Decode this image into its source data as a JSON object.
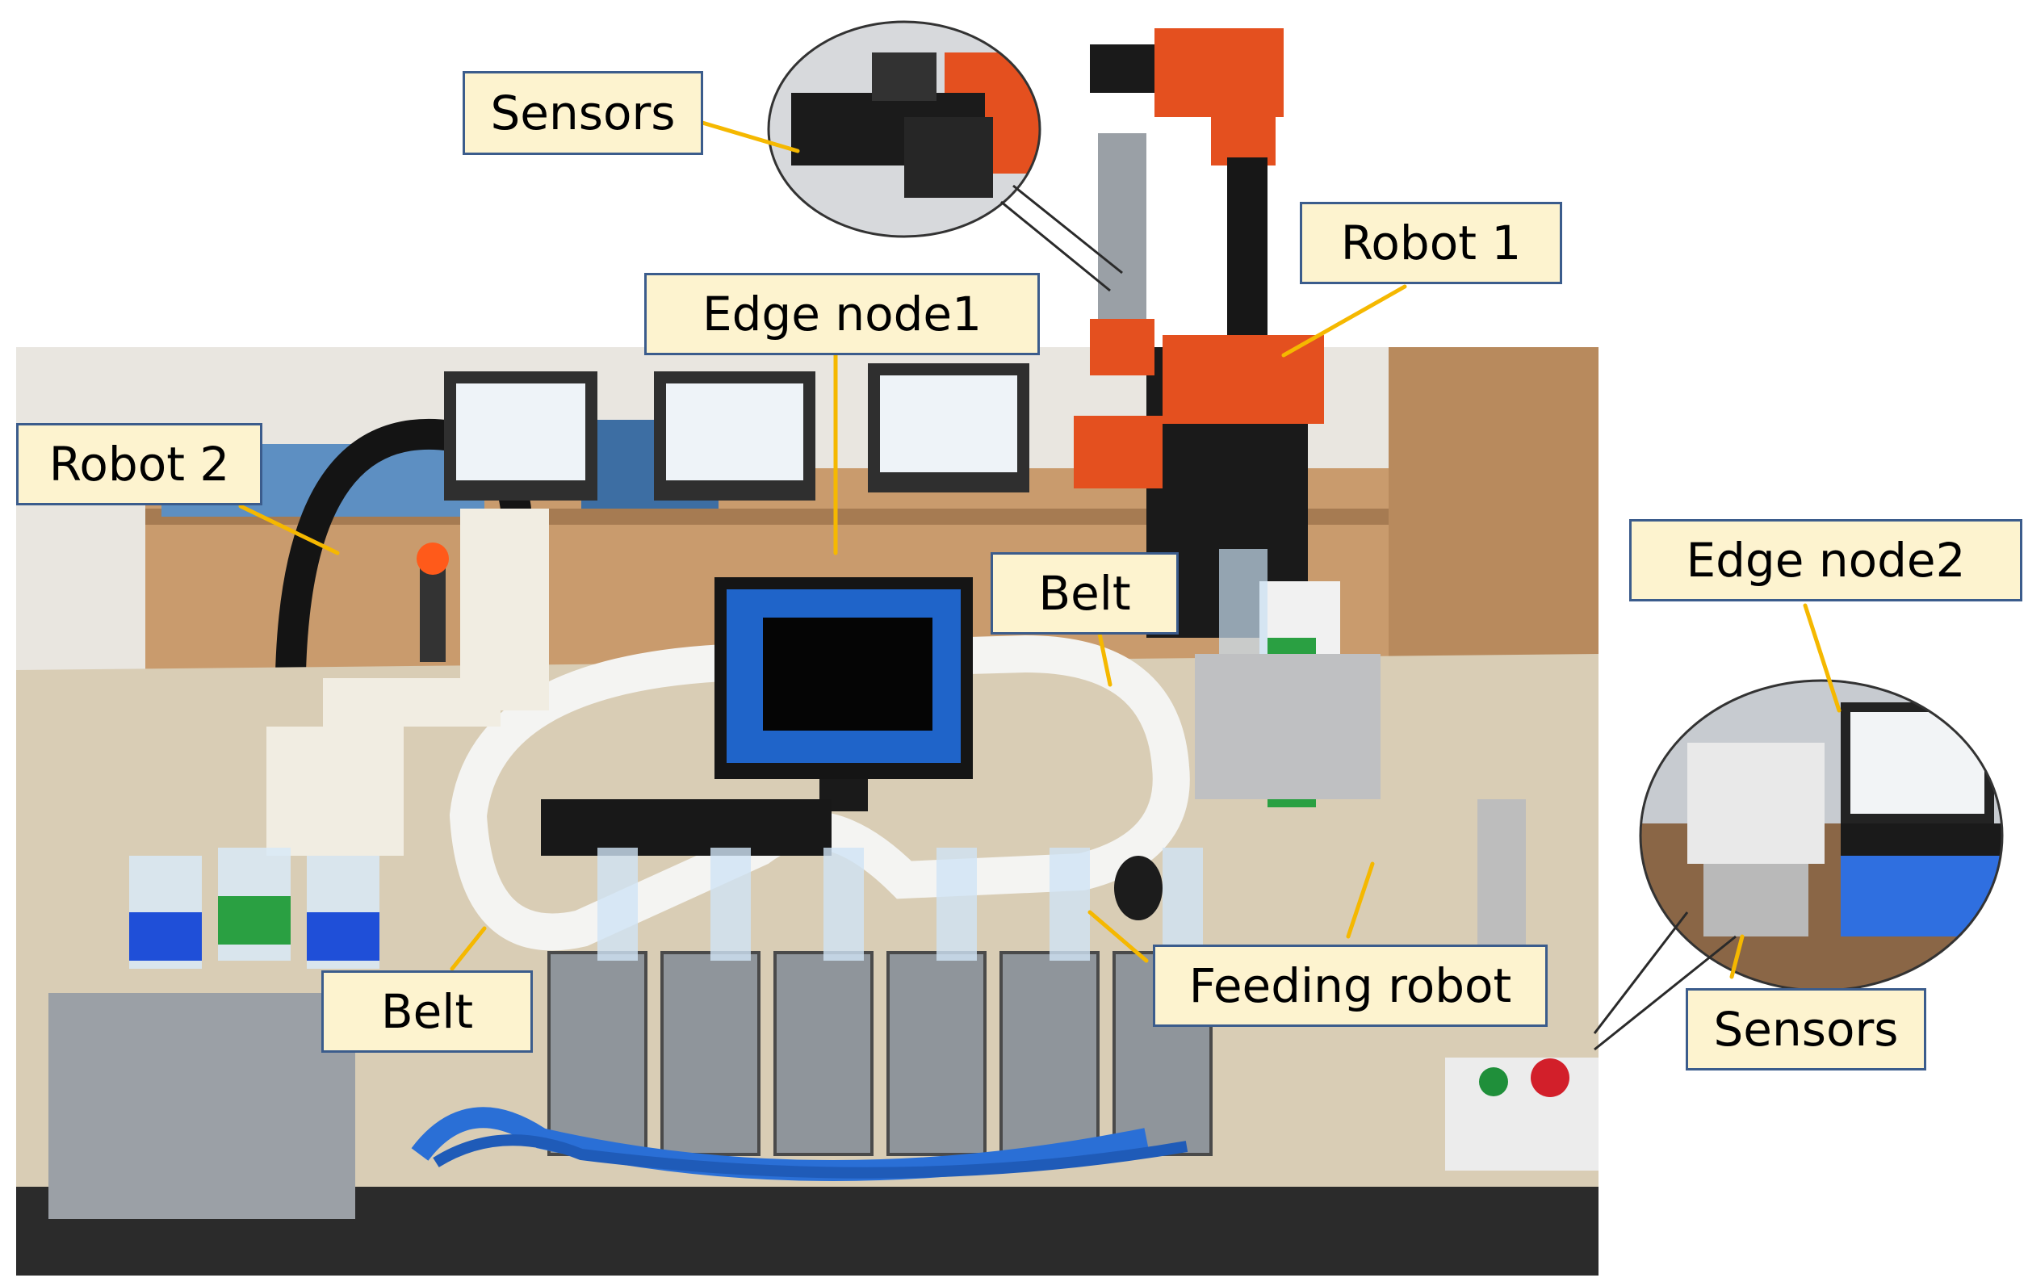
{
  "labels": {
    "sensors_top": "Sensors",
    "robot1": "Robot 1",
    "edge_node1": "Edge node1",
    "robot2": "Robot 2",
    "belt_center": "Belt",
    "edge_node2": "Edge node2",
    "belt_left": "Belt",
    "feeding_robot": "Feeding robot",
    "sensors_right": "Sensors"
  },
  "colors": {
    "label_fill": "#fdf3cf",
    "label_border": "#3b5c8c",
    "leader_line": "#f5b800",
    "robot_orange": "#e4501f",
    "belt_white": "#f4f4f2",
    "table_beige": "#d9cdb5",
    "cable_blue": "#2a6fd6"
  }
}
